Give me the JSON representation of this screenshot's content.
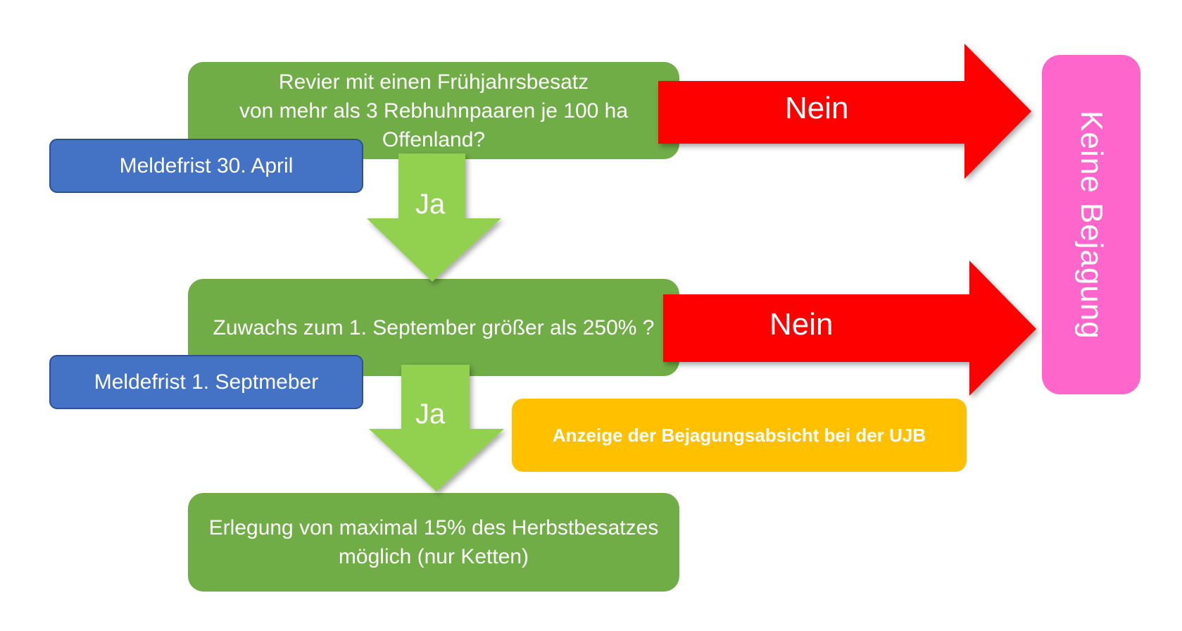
{
  "diagram": {
    "question_1": "Revier mit einen Frühjahrsbesatz\nvon mehr als 3 Rebhuhnpaaren je 100 ha\nOffenland?",
    "question_2": "Zuwachs zum 1. September größer als 250% ?",
    "result_box": "Erlegung von maximal 15% des Herbstbesatzes\nmöglich (nur Ketten)",
    "deadline_1": "Meldefrist 30. April",
    "deadline_2": "Meldefrist 1. Septmeber",
    "notice_box": "Anzeige der Bejagungsabsicht bei der UJB",
    "no_hunting_box": "Keine Bejagung",
    "arrow_no_1": "Nein",
    "arrow_no_2": "Nein",
    "arrow_yes_1": "Ja",
    "arrow_yes_2": "Ja"
  },
  "colors": {
    "green_box": "#70ad47",
    "green_arrow": "#92d050",
    "red_arrow": "#ff0000",
    "blue_box": "#4472c4",
    "yellow_box": "#ffc000",
    "pink_box": "#ff66cc",
    "text": "#ffffff"
  }
}
